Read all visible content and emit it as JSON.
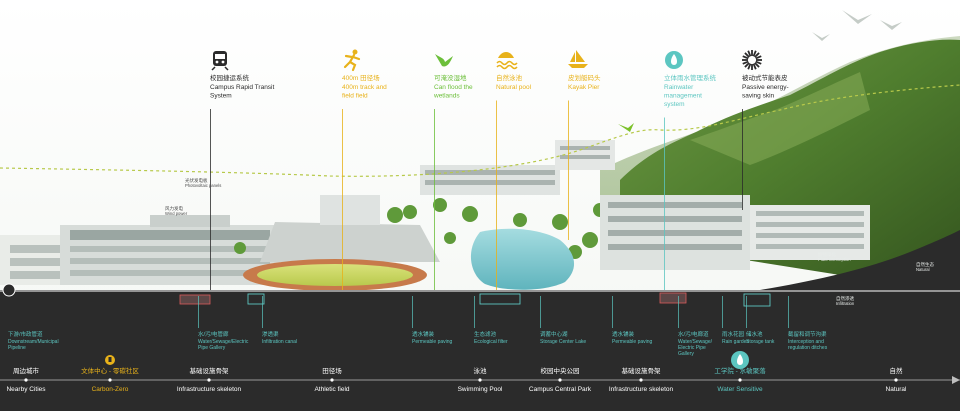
{
  "colors": {
    "white": "#ffffff",
    "dark": "#2b2b2b",
    "dark_text": "#333333",
    "yellow": "#e8b21a",
    "green": "#6cbf3a",
    "teal": "#5cc6c1",
    "mountain": "#4f7d2e",
    "water": "#7ec8cf",
    "ground": "#2e2e2e"
  },
  "top_features": [
    {
      "icon": "train-icon",
      "cn": "校园捷运系统",
      "en": [
        "Campus Rapid Transit",
        "System"
      ],
      "color": "dark"
    },
    {
      "icon": "runner-icon",
      "cn": "400m 田径场",
      "en": [
        "400m track and",
        "field field"
      ],
      "color": "yellow"
    },
    {
      "icon": "bird-icon",
      "cn": "可淹没湿地",
      "en": [
        "Can flood the",
        "wetlands"
      ],
      "color": "green"
    },
    {
      "icon": "swimmer-icon",
      "cn": "自然泳池",
      "en": [
        "Natural pool"
      ],
      "color": "yellow"
    },
    {
      "icon": "kayak-icon",
      "cn": "皮划艇码头",
      "en": [
        "Kayak Pier"
      ],
      "color": "yellow"
    },
    {
      "icon": "water-drop-icon",
      "cn": "立体雨水管理系统",
      "en": [
        "Rainwater",
        "management",
        "system"
      ],
      "color": "teal"
    },
    {
      "icon": "sun-icon",
      "cn": "被动式节能表皮",
      "en": [
        "Passive energy-",
        "saving skin"
      ],
      "color": "dark"
    }
  ],
  "mid_labels": [
    {
      "cn": "光伏发电板",
      "en": "Photovoltaic panels"
    },
    {
      "cn": "风力发电",
      "en": "Wind power"
    },
    {
      "cn": "自然渗透",
      "en": "Infiltration"
    },
    {
      "cn": "植物净化",
      "en": "Plant Interception"
    },
    {
      "cn": "自然生态",
      "en": "Natural"
    }
  ],
  "underground_labels": [
    {
      "cn": "下游/市政管道",
      "en": [
        "Downstream/Municipal",
        "Pipeline"
      ]
    },
    {
      "cn": "水/污/电管廊",
      "en": [
        "Water/Sewage/Electric",
        "Pipe Gallery"
      ]
    },
    {
      "cn": "渗透渠",
      "en": [
        "Infiltration canal"
      ]
    },
    {
      "cn": "透水铺装",
      "en": [
        "Permeable paving"
      ]
    },
    {
      "cn": "生态滤池",
      "en": [
        "Ecological filter"
      ]
    },
    {
      "cn": "调蓄中心湖",
      "en": [
        "Storage Center Lake"
      ]
    },
    {
      "cn": "透水铺装",
      "en": [
        "Permeable paving"
      ]
    },
    {
      "cn": "水/污/电廊道",
      "en": [
        "Water/Sewage/",
        "Electric Pipe",
        "Gallery"
      ]
    },
    {
      "cn": "雨水花园",
      "en": [
        "Rain garden"
      ]
    },
    {
      "cn": "储水池",
      "en": [
        "Storage tank"
      ]
    },
    {
      "cn": "截留和调节沟渠",
      "en": [
        "Interception and",
        "regulation ditches"
      ]
    }
  ],
  "zones": [
    {
      "cn": "周边城市",
      "en": "Nearby Cities",
      "color": "white"
    },
    {
      "cn": "文体中心 - 零碳社区",
      "en": "Carbon-Zero",
      "color": "yellow",
      "icon": "lightbulb-icon"
    },
    {
      "cn": "基础设施骨架",
      "en": "Infrastructure skeleton",
      "color": "white"
    },
    {
      "cn": "田径场",
      "en": "Athletic field",
      "color": "white"
    },
    {
      "cn": "泳池",
      "en": "Swimming Pool",
      "color": "white"
    },
    {
      "cn": "校园中央公园",
      "en": "Campus Central Park",
      "color": "white"
    },
    {
      "cn": "基础设施骨架",
      "en": "Infrastructure skeleton",
      "color": "white"
    },
    {
      "cn": "工学院 - 水敏聚落",
      "en": "Water Sensitive",
      "color": "teal",
      "icon": "water-drop-icon"
    },
    {
      "cn": "自然",
      "en": "Natural",
      "color": "white"
    }
  ]
}
